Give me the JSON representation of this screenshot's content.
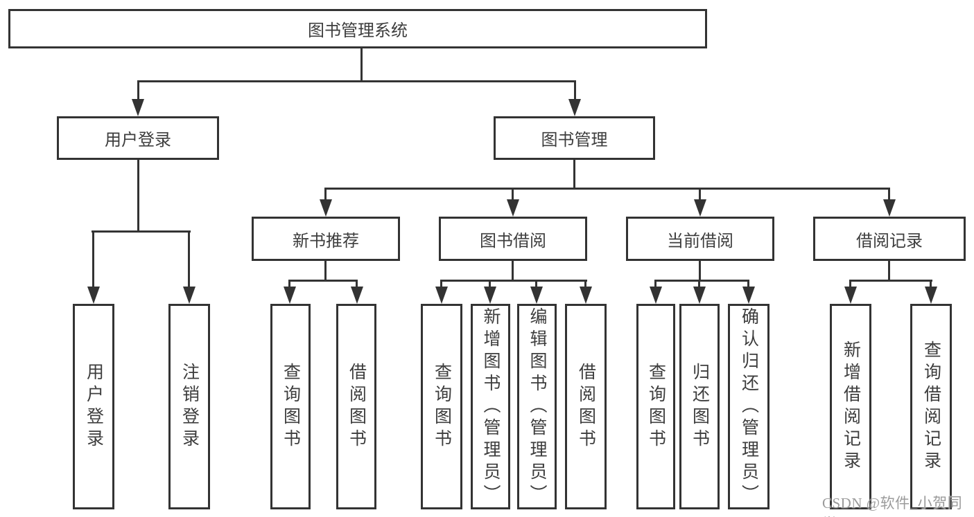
{
  "colors": {
    "line": "#333333",
    "text": "#3d3d3d",
    "background": "#ffffff",
    "watermark_gray": "#9b9b9b"
  },
  "nodes": {
    "root": "图书管理系统",
    "user_login": "用户登录",
    "book_management": "图书管理",
    "new_book_recommend": "新书推荐",
    "book_borrow": "图书借阅",
    "current_borrow": "当前借阅",
    "borrow_records": "借阅记录"
  },
  "leaves": {
    "user_login": [
      "用户登录",
      "注销登录"
    ],
    "new_book_recommend": [
      "查询图书",
      "借阅图书"
    ],
    "book_borrow": [
      "查询图书",
      "新增图书（管理员）",
      "编辑图书（管理员）",
      "借阅图书"
    ],
    "current_borrow": [
      "查询图书",
      "归还图书",
      "确认归还（管理员）"
    ],
    "borrow_records": [
      "新增借阅记录",
      "查询借阅记录"
    ]
  },
  "watermark": {
    "text": "CSDN @软件_小贺同学"
  }
}
